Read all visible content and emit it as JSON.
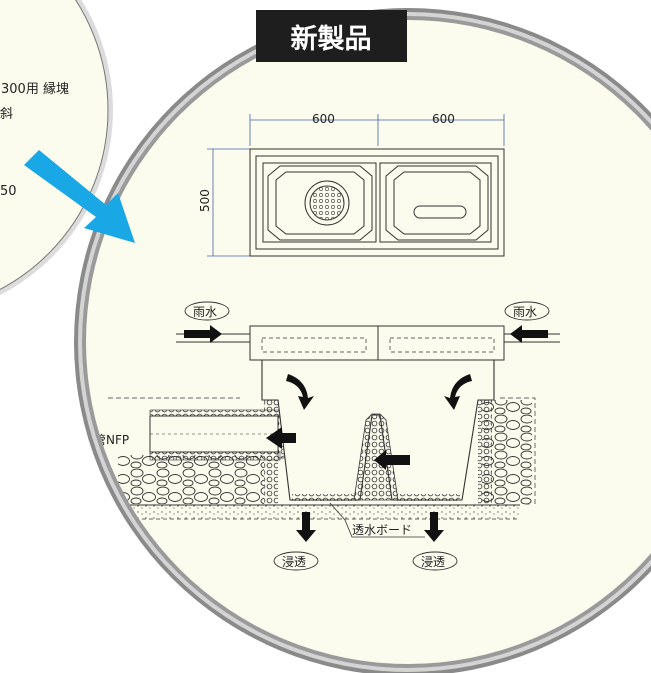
{
  "badge": {
    "text": "新製品"
  },
  "old_circle": {
    "fragment_1": "300用  縁塊",
    "fragment_2": "斜",
    "fragment_3": "50"
  },
  "plan_view": {
    "width_left": "600",
    "width_right": "600",
    "depth": "500"
  },
  "section_view": {
    "rain_left": "雨水",
    "rain_right": "雨水",
    "pipe_label": "浸透管NFP",
    "board_label": "透水ボード",
    "infiltration_left": "浸透",
    "infiltration_right": "浸透"
  },
  "colors": {
    "badge_bg": "#1e1e1e",
    "circle_fill": "#fbfbee",
    "arrow_blue": "#1aa7e6"
  }
}
